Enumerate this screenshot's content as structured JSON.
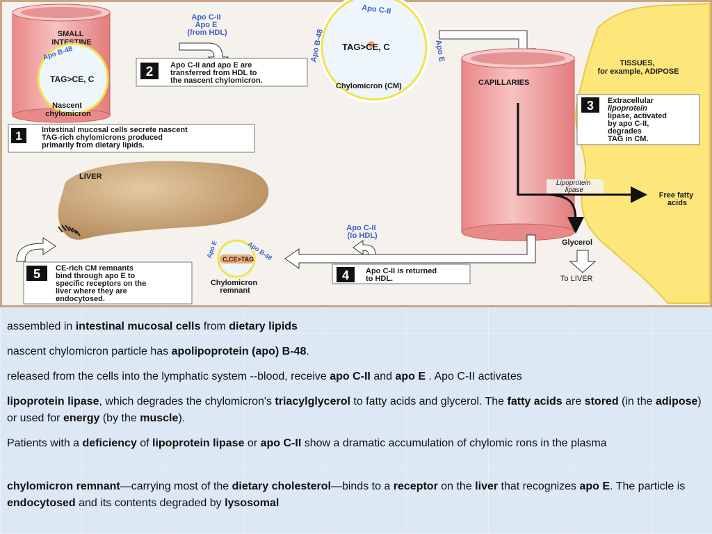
{
  "figure": {
    "small_intestine": "SMALL\nINTESTINE",
    "apo_b48": "Apo B-48",
    "tag_ce_c": "TAG>CE, C",
    "nascent": "Nascent\nchylomicron",
    "hdl_label": "Apo C-II\nApo E\n(from HDL)",
    "apo_cii": "Apo C-II",
    "apo_e": "Apo E",
    "chylomicron_cm": "Chylomicron (CM)",
    "capillaries": "CAPILLARIES",
    "tissues": "TISSUES,\nfor example, ADIPOSE",
    "liver": "LIVER",
    "lipoprotein_lipase": "Lipoprotein\nlipase",
    "free_fatty_acids": "Free fatty\nacids",
    "glycerol": "Glycerol",
    "to_liver": "To LIVER",
    "apo_cii_to_hdl": "Apo C-II\n(to HDL)",
    "remnant_core": "C,CE>TAG",
    "remnant_label": "Chylomicron\nremnant",
    "steps": [
      {
        "num": "1",
        "text": "Intestinal mucosal cells secrete nascent\nTAG-rich chylomicrons produced\nprimarily from dietary lipids."
      },
      {
        "num": "2",
        "text": "Apo C-II and apo E are\ntransferred from HDL to\nthe nascent chylomicron."
      },
      {
        "num": "3",
        "text": "Extracellular\nlipoprotein\nlipase, activated\nby apo C-II,\ndegrades\nTAG in CM."
      },
      {
        "num": "4",
        "text": "Apo C-II is returned\nto HDL."
      },
      {
        "num": "5",
        "text": "CE-rich CM remnants\nbind through apo E to\nspecific receptors on the\nliver where they are\nendocytosed."
      }
    ],
    "colors": {
      "intestine": "#f2a8a8",
      "capillary": "#f2a0a0",
      "adipose": "#fde67a",
      "liver": "#c8a47a",
      "apo_text": "#3b5fc9",
      "figure_bg": "#c9a585"
    }
  },
  "notes": [
    [
      {
        "t": "assembled in "
      },
      {
        "t": "intestinal mucosal cells",
        "b": true
      },
      {
        "t": " from "
      },
      {
        "t": "dietary lipids",
        "b": true
      }
    ],
    [
      {
        "t": "nascent chylomicron particle has  "
      },
      {
        "t": "apolipoprotein (apo) B-48",
        "b": true
      },
      {
        "t": "."
      }
    ],
    [
      {
        "t": " released from the cells into the lymphatic system --blood, receive "
      },
      {
        "t": "apo C-II",
        "b": true
      },
      {
        "t": " and "
      },
      {
        "t": "apo E",
        "b": true
      },
      {
        "t": " . Apo C-II activates"
      }
    ],
    [
      {
        "t": "lipoprotein lipase",
        "b": true
      },
      {
        "t": ", which degrades the chylomicron's "
      },
      {
        "t": "triacylglycerol",
        "b": true
      },
      {
        "t": " to fatty acids and glycerol. The "
      },
      {
        "t": "fatty acids",
        "b": true
      },
      {
        "t": " are "
      },
      {
        "t": "stored",
        "b": true
      },
      {
        "t": " (in the "
      },
      {
        "t": "adipose",
        "b": true
      },
      {
        "t": ") or used for "
      },
      {
        "t": "energy",
        "b": true
      },
      {
        "t": " (by the "
      },
      {
        "t": "muscle",
        "b": true
      },
      {
        "t": ")."
      }
    ],
    [
      {
        "t": "Patients with a "
      },
      {
        "t": "deficiency",
        "b": true
      },
      {
        "t": " of "
      },
      {
        "t": "lipoprotein lipase",
        "b": true
      },
      {
        "t": " or "
      },
      {
        "t": "apo C-II",
        "b": true
      },
      {
        "t": " show a dramatic accumulation of chylomic rons in the plasma"
      }
    ],
    [
      {
        "t": "chylomicron remnant",
        "b": true
      },
      {
        "t": "—carrying most of the "
      },
      {
        "t": "dietary cholesterol",
        "b": true
      },
      {
        "t": "—binds to a "
      },
      {
        "t": "receptor",
        "b": true
      },
      {
        "t": " on the "
      },
      {
        "t": "liver",
        "b": true
      },
      {
        "t": " that recognizes "
      },
      {
        "t": "apo E",
        "b": true
      },
      {
        "t": ". The particle is "
      },
      {
        "t": "endocytosed",
        "b": true
      },
      {
        "t": " and its contents degraded by "
      },
      {
        "t": "lysosomal",
        "b": true
      }
    ]
  ]
}
